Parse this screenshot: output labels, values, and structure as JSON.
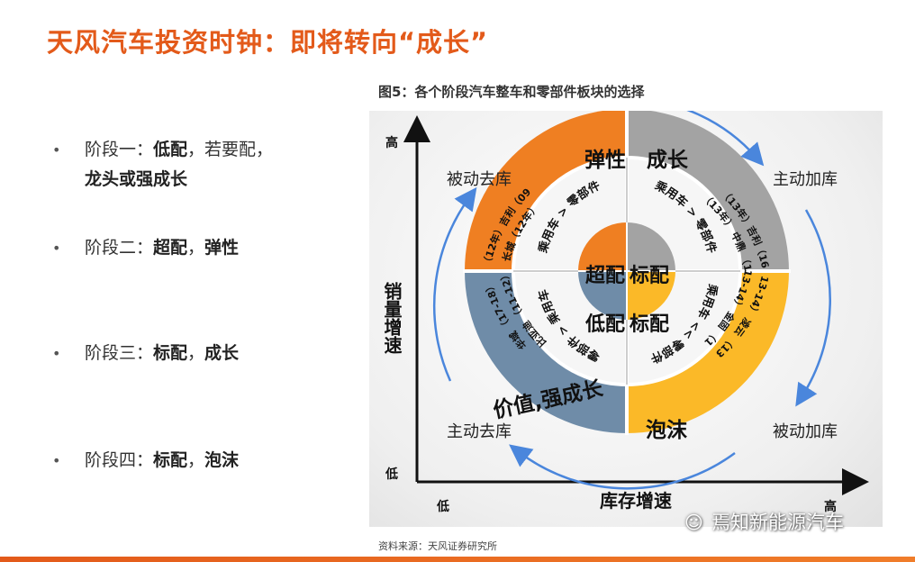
{
  "title": "天风汽车投资时钟：即将转向“成长”",
  "bullets": [
    {
      "prefix": "阶段一：",
      "bold1": "低配",
      "mid": "，若要配，",
      "line2": "龙头或强成长"
    },
    {
      "prefix": "阶段二：",
      "bold1": "超配",
      "mid": "，",
      "bold2": "弹性"
    },
    {
      "prefix": "阶段三：",
      "bold1": "标配",
      "mid": "，",
      "bold2": "成长"
    },
    {
      "prefix": "阶段四：",
      "bold1": "标配",
      "mid": "，",
      "bold2": "泡沫"
    }
  ],
  "figure": {
    "caption": "图5：各个阶段汽车整车和零部件板块的选择",
    "y_axis": {
      "high": "高",
      "low": "低",
      "label": "销量增速"
    },
    "x_axis": {
      "low": "低",
      "high": "高",
      "label": "库存增速"
    },
    "corner_labels": {
      "top_left": "被动去库",
      "top_right": "主动加库",
      "bottom_left": "主动去库",
      "bottom_right": "被动加库"
    },
    "outer_labels": {
      "top_left": "弹性",
      "top_right": "成长",
      "bottom_left": "价值,强成长",
      "bottom_right": "泡沫"
    },
    "core_labels": {
      "top_left": "超配",
      "top_right": "标配",
      "bottom_left": "低配",
      "bottom_right": "标配"
    },
    "inner_ring": {
      "top_left": "乘用车 > 零部件",
      "top_right": "乘用车 > 零部件",
      "bottom_left": "零部件 > 乘用车",
      "bottom_right": "乘用车 << 零部件"
    },
    "stock_texts": {
      "top_left_1": "长安（12年）吉利（09年）",
      "top_left_2": "长城（12年）",
      "top_right_1": "长城 （13年）吉利（16年）",
      "top_right_2": "长安 （13年） 中鼎 （13年）",
      "bottom_left_1": "华域 （17-18）",
      "bottom_left_2": "比亚迪 （11-12）",
      "bottom_right_1": "富维 （13-14） 金固 （13-14）",
      "bottom_right_2": "万向 （13-14） 凌云 （13-14）"
    },
    "colors": {
      "orange": "#ef7f22",
      "gray": "#a3a3a3",
      "yellow": "#fbb928",
      "blue": "#6f8ca8",
      "arrow": "#4a86dc"
    }
  },
  "source": "资料来源：天风证券研究所",
  "watermark": {
    "icon": "wechat-icon",
    "text": "焉知新能源汽车"
  }
}
